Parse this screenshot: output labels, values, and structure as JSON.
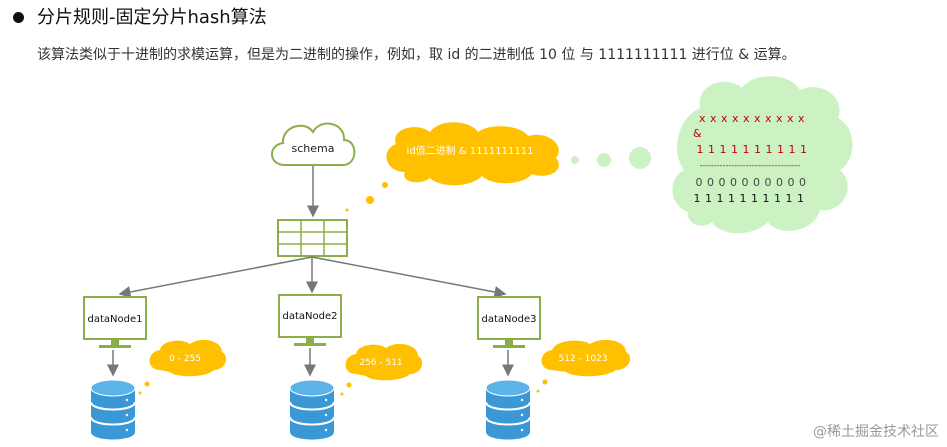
{
  "heading": "分片规则-固定分片hash算法",
  "description": "该算法类似于十进制的求模运算，但是为二进制的操作，例如，取 id 的二进制低 10 位 与 1111111111 进行位 & 运算。",
  "diagram": {
    "schema_label": "schema",
    "id_bubble_text": "id值二进制 & 1111111111",
    "binary_box": {
      "row1": "x x x x x x x x x x",
      "op": "&",
      "row2": "1 1 1 1 1 1 1 1 1 1",
      "divider": "-----------------------------------",
      "row3": "0 0 0 0 0 0 0 0 0 0",
      "row4": "1 1 1 1 1 1 1 1 1 1"
    },
    "nodes": [
      {
        "label": "dataNode1",
        "range": "0 - 255"
      },
      {
        "label": "dataNode2",
        "range": "256 - 511"
      },
      {
        "label": "dataNode3",
        "range": "512 - 1023"
      }
    ]
  },
  "colors": {
    "cloud_fill": "#ffc000",
    "binary_cloud_fill": "#ccf2c4",
    "outline_green": "#8cae4a",
    "db_blue": "#3a98d6",
    "red_text": "#c00000"
  },
  "watermark": "@稀土掘金技术社区"
}
